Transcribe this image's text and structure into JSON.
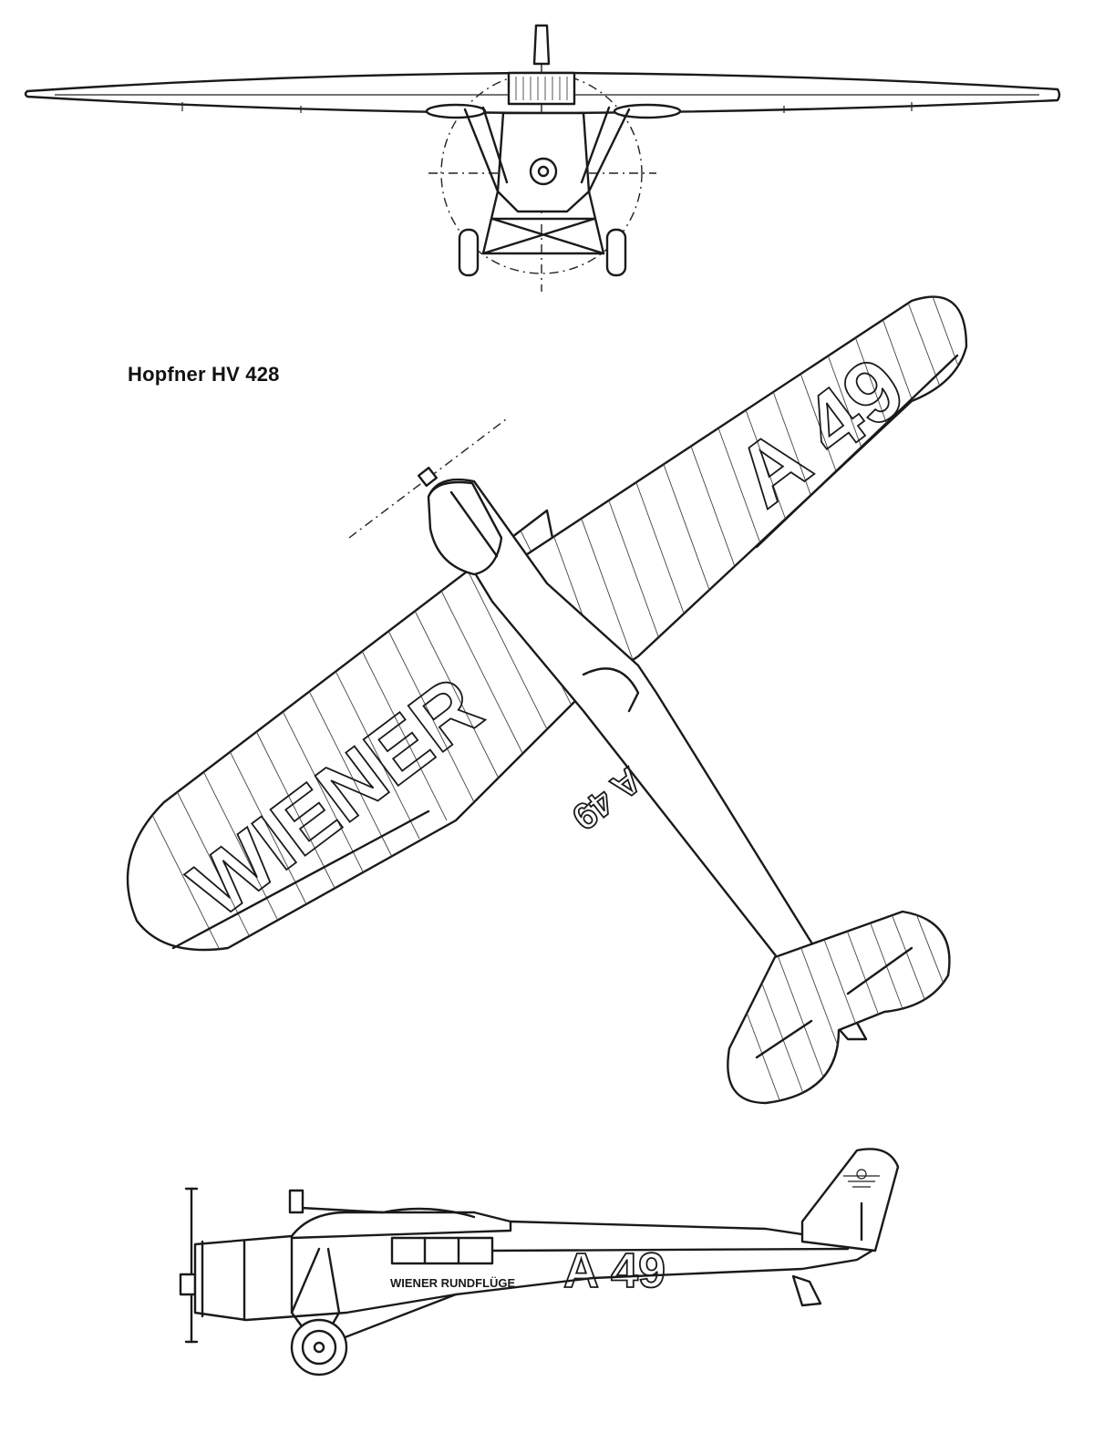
{
  "title": "Hopfner HV 428",
  "markings": {
    "wing_left": "WIENER",
    "wing_right": "A 49",
    "fuselage_top": "A 49",
    "side_registration": "A 49",
    "side_livery": "WIENER RUNDFLÜGE"
  },
  "views": [
    "front-view",
    "top-view",
    "side-view"
  ],
  "colors": {
    "ink": "#1a1a1a",
    "paper": "#ffffff"
  }
}
